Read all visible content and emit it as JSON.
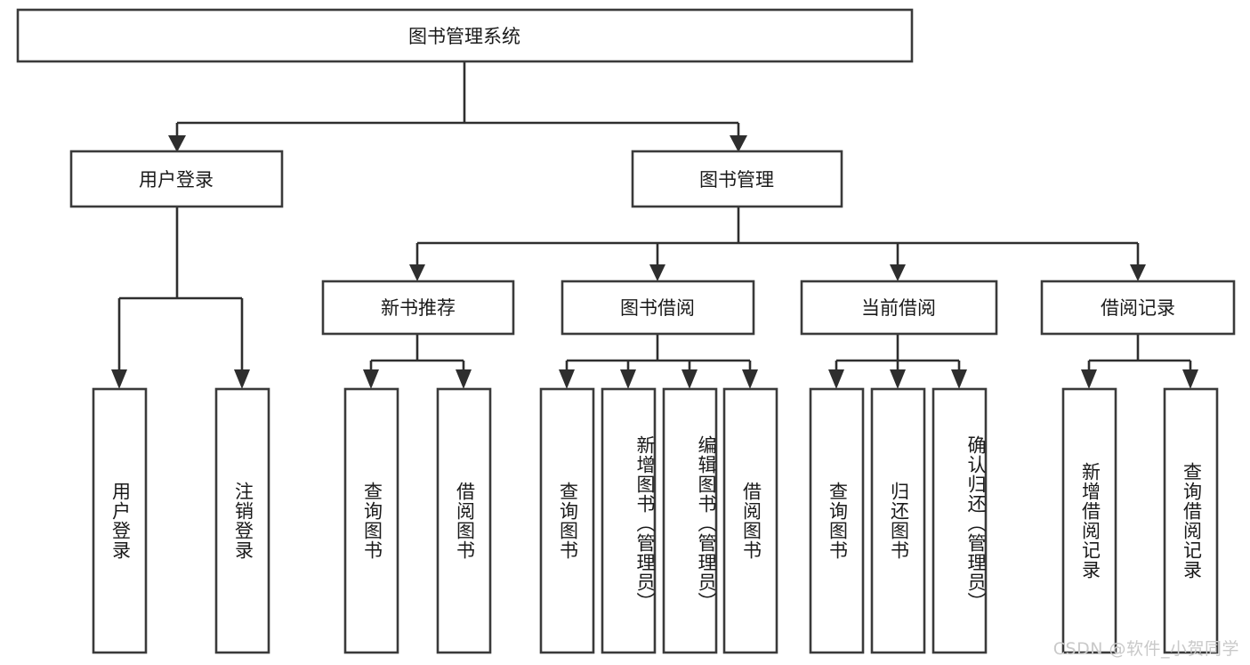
{
  "diagram": {
    "title": "图书管理系统",
    "type": "tree-hierarchy-diagram",
    "colors": {
      "box_stroke": "#3a3a3a",
      "box_fill": "#ffffff",
      "connector": "#2e2e2e",
      "text": "#1a1a1a",
      "watermark": "#c9c9c9",
      "background": "#ffffff"
    },
    "root": {
      "label": "图书管理系统"
    },
    "level2": [
      {
        "label": "用户登录"
      },
      {
        "label": "图书管理"
      }
    ],
    "level3": [
      {
        "label": "新书推荐"
      },
      {
        "label": "图书借阅"
      },
      {
        "label": "当前借阅"
      },
      {
        "label": "借阅记录"
      }
    ],
    "leaves": {
      "user_login": [
        {
          "label": "用户登录"
        },
        {
          "label": "注销登录"
        }
      ],
      "new_book_recommend": [
        {
          "label": "查询图书"
        },
        {
          "label": "借阅图书"
        }
      ],
      "book_borrow": [
        {
          "label": "查询图书"
        },
        {
          "label": "新增图书（管理员）"
        },
        {
          "label": "编辑图书（管理员）"
        },
        {
          "label": "借阅图书"
        }
      ],
      "current_borrow": [
        {
          "label": "查询图书"
        },
        {
          "label": "归还图书"
        },
        {
          "label": "确认归还（管理员）"
        }
      ],
      "borrow_record": [
        {
          "label": "新增借阅记录"
        },
        {
          "label": "查询借阅记录"
        }
      ]
    }
  },
  "watermark": {
    "text": "CSDN @软件_小贺同学"
  }
}
